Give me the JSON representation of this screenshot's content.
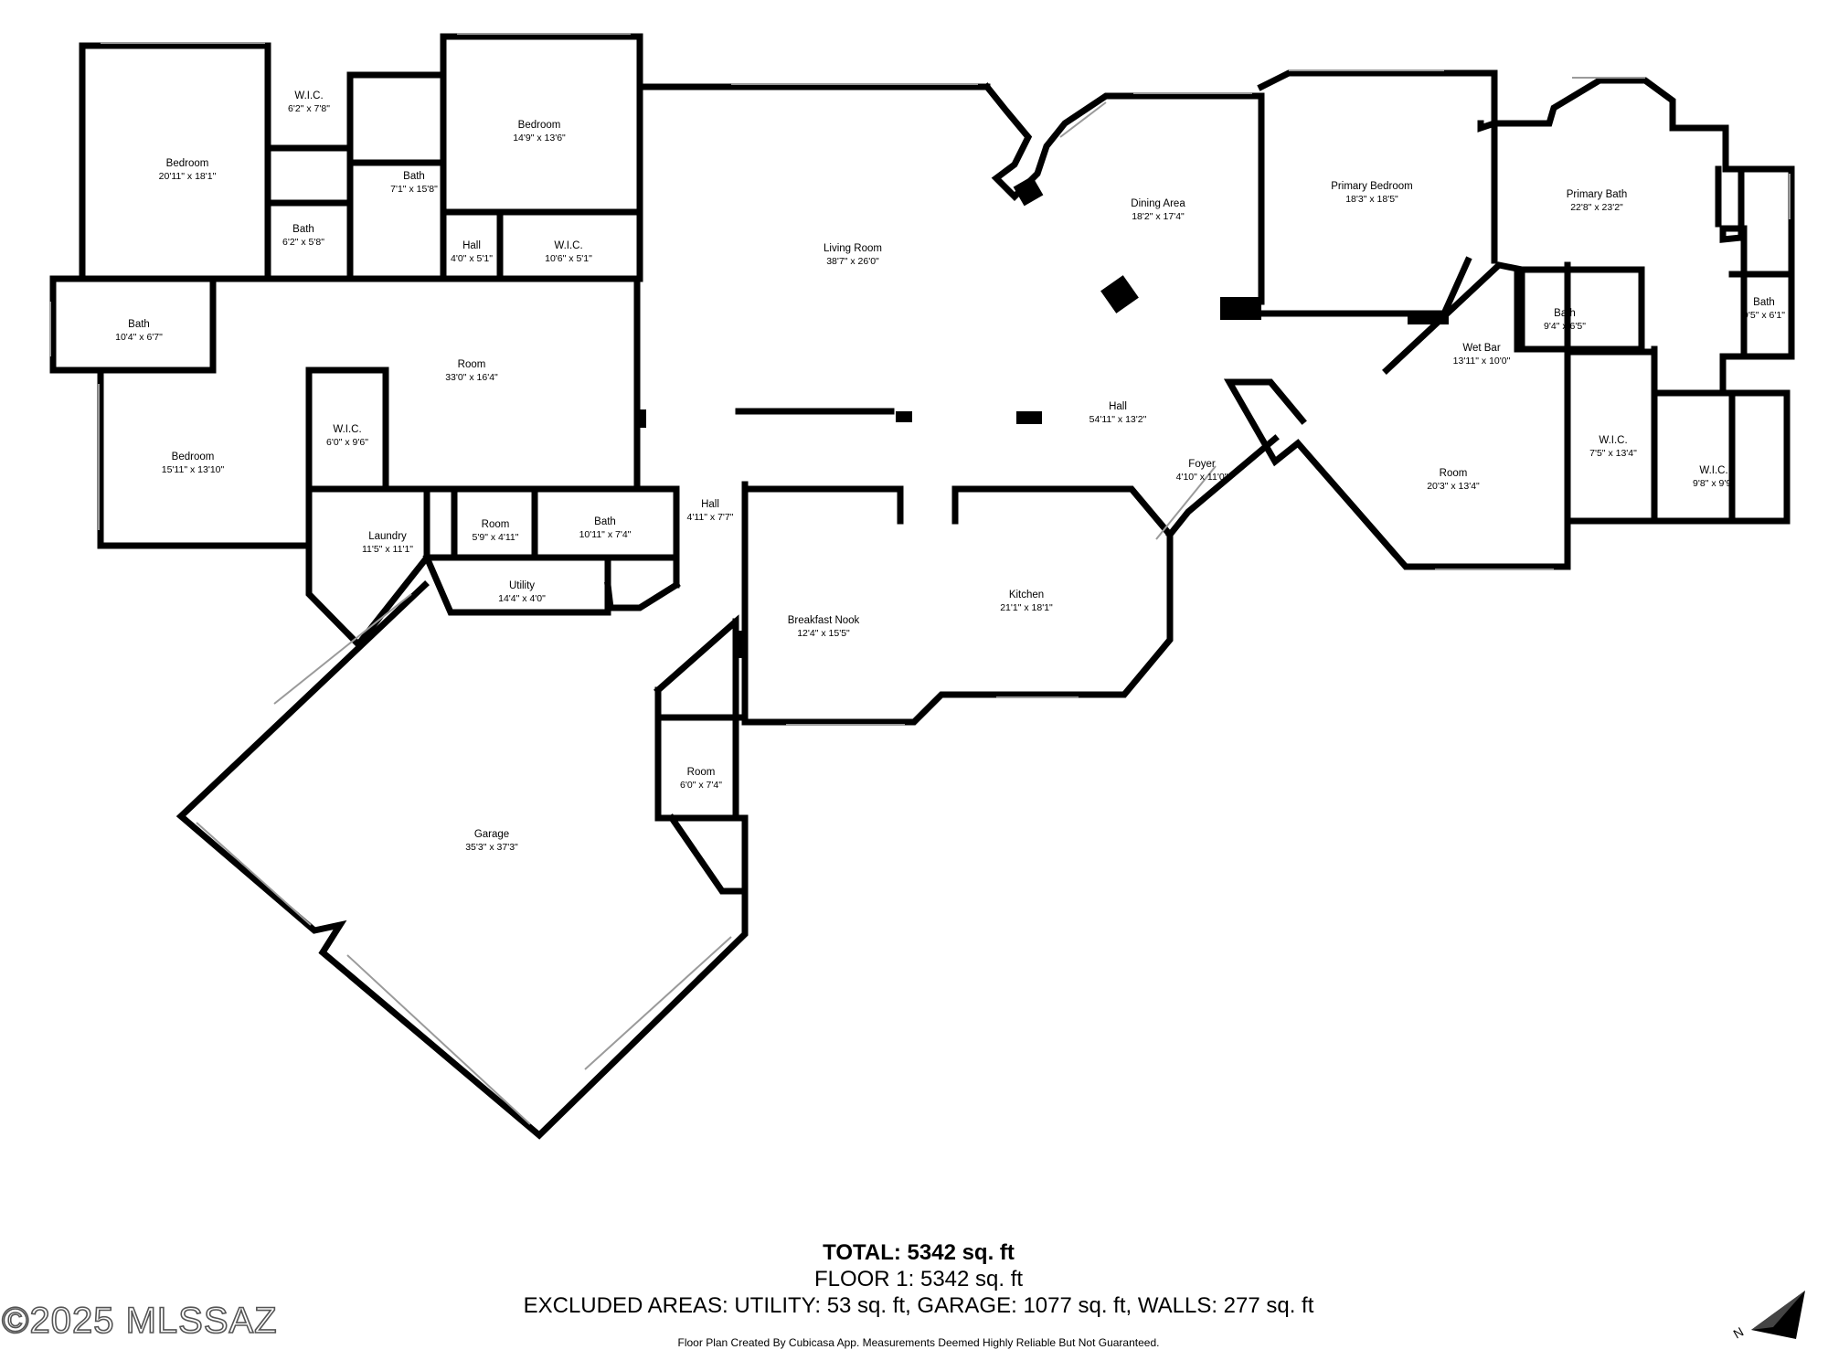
{
  "rooms": [
    {
      "id": "bedroom-nw",
      "name": "Bedroom",
      "dims": "20'11\" x 18'1\""
    },
    {
      "id": "wic-1",
      "name": "W.I.C.",
      "dims": "6'2\" x 7'8\""
    },
    {
      "id": "bath-1",
      "name": "Bath",
      "dims": "6'2\" x 5'8\""
    },
    {
      "id": "bath-2",
      "name": "Bath",
      "dims": "7'1\" x 15'8\""
    },
    {
      "id": "bedroom-n",
      "name": "Bedroom",
      "dims": "14'9\" x 13'6\""
    },
    {
      "id": "hall-small",
      "name": "Hall",
      "dims": "4'0\" x 5'1\""
    },
    {
      "id": "wic-2",
      "name": "W.I.C.",
      "dims": "10'6\" x 5'1\""
    },
    {
      "id": "bath-west",
      "name": "Bath",
      "dims": "10'4\" x 6'7\""
    },
    {
      "id": "room-center",
      "name": "Room",
      "dims": "33'0\" x 16'4\""
    },
    {
      "id": "bedroom-w",
      "name": "Bedroom",
      "dims": "15'11\" x 13'10\""
    },
    {
      "id": "wic-3",
      "name": "W.I.C.",
      "dims": "6'0\" x 9'6\""
    },
    {
      "id": "laundry",
      "name": "Laundry",
      "dims": "11'5\" x 11'1\""
    },
    {
      "id": "room-small",
      "name": "Room",
      "dims": "5'9\" x 4'11\""
    },
    {
      "id": "bath-3",
      "name": "Bath",
      "dims": "10'11\" x 7'4\""
    },
    {
      "id": "hall-2",
      "name": "Hall",
      "dims": "4'11\" x 7'7\""
    },
    {
      "id": "utility",
      "name": "Utility",
      "dims": "14'4\" x 4'0\""
    },
    {
      "id": "living-room",
      "name": "Living Room",
      "dims": "38'7\" x 26'0\""
    },
    {
      "id": "dining-area",
      "name": "Dining Area",
      "dims": "18'2\" x 17'4\""
    },
    {
      "id": "primary-bedroom",
      "name": "Primary Bedroom",
      "dims": "18'3\" x 18'5\""
    },
    {
      "id": "primary-bath",
      "name": "Primary Bath",
      "dims": "22'8\" x 23'2\""
    },
    {
      "id": "bath-east",
      "name": "Bath",
      "dims": "9'5\" x 6'1\""
    },
    {
      "id": "bath-4",
      "name": "Bath",
      "dims": "9'4\" x 6'5\""
    },
    {
      "id": "wet-bar",
      "name": "Wet Bar",
      "dims": "13'11\" x 10'0\""
    },
    {
      "id": "hall-main",
      "name": "Hall",
      "dims": "54'11\" x 13'2\""
    },
    {
      "id": "foyer",
      "name": "Foyer",
      "dims": "4'10\" x 11'0\""
    },
    {
      "id": "room-east",
      "name": "Room",
      "dims": "20'3\" x 13'4\""
    },
    {
      "id": "wic-4",
      "name": "W.I.C.",
      "dims": "7'5\" x 13'4\""
    },
    {
      "id": "wic-5",
      "name": "W.I.C.",
      "dims": "9'8\" x 9'9\""
    },
    {
      "id": "breakfast-nook",
      "name": "Breakfast Nook",
      "dims": "12'4\" x 15'5\""
    },
    {
      "id": "kitchen",
      "name": "Kitchen",
      "dims": "21'1\" x 18'1\""
    },
    {
      "id": "room-garage-side",
      "name": "Room",
      "dims": "6'0\" x 7'4\""
    },
    {
      "id": "garage",
      "name": "Garage",
      "dims": "35'3\" x 37'3\""
    }
  ],
  "summary": {
    "total": "TOTAL: 5342 sq. ft",
    "floor": "FLOOR 1: 5342 sq. ft",
    "excluded": "EXCLUDED AREAS: UTILITY: 53 sq. ft, GARAGE: 1077 sq. ft, WALLS: 277 sq. ft",
    "disclaimer": "Floor Plan Created By Cubicasa App. Measurements Deemed Highly Reliable But Not Guaranteed."
  },
  "watermark": "©2025 MLSSAZ",
  "compass": {
    "label": "N",
    "icon": "north-arrow-icon"
  }
}
